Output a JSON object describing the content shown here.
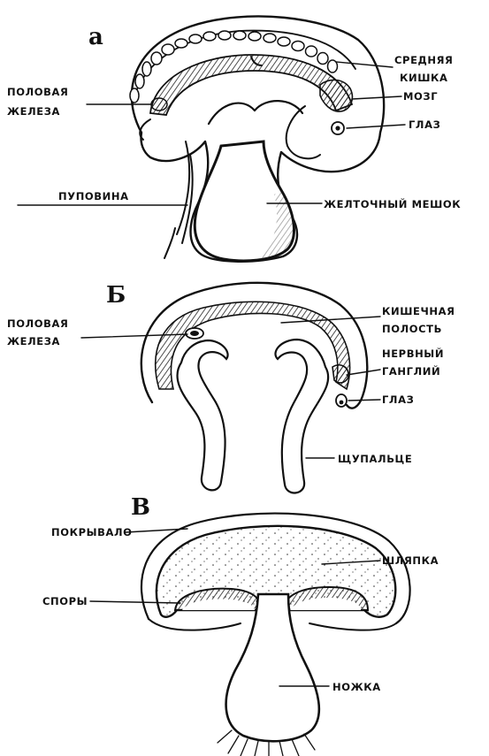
{
  "panels": {
    "a": {
      "letter": "a",
      "labels": {
        "gonad": [
          "ПОЛОВАЯ",
          "ЖЕЛЕЗА"
        ],
        "midgut": [
          "СРЕДНЯЯ",
          "КИШКА"
        ],
        "brain": "МОЗГ",
        "eye": "ГЛАЗ",
        "umbilical_cord": "ПУПОВИНА",
        "yolk_sac": "ЖЕЛТОЧНЫЙ МЕШОК"
      }
    },
    "b": {
      "letter": "Б",
      "labels": {
        "gonad": [
          "ПОЛОВАЯ",
          "ЖЕЛЕЗА"
        ],
        "intestinal_cavity": [
          "КИШЕЧНАЯ",
          "ПОЛОСТЬ"
        ],
        "nerve_ganglion": [
          "НЕРВНЫЙ",
          "ГАНГЛИЙ"
        ],
        "eye": "ГЛАЗ",
        "tentacle": "ЩУПАЛЬЦЕ"
      }
    },
    "v": {
      "letter": "В",
      "labels": {
        "veil": "ПОКРЫВАЛО",
        "cap": "ШЛЯПКА",
        "spores": "СПОРЫ",
        "stalk": "НОЖКА"
      }
    }
  }
}
